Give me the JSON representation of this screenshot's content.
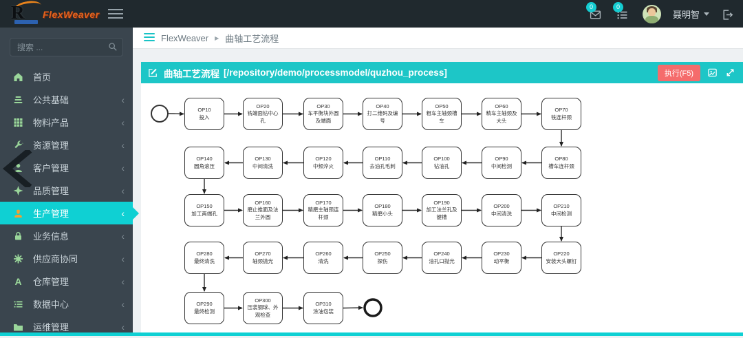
{
  "topbar": {
    "logo_r": "R",
    "logo_text": "FlexWeaver",
    "badge_mail": "0",
    "badge_tasks": "0",
    "user_name": "聂明智"
  },
  "glyphs": {
    "chevron_left": "‹",
    "caret_right": "▶"
  },
  "sidebar": {
    "search_placeholder": "搜索 ...",
    "items": [
      {
        "id": "home",
        "label": "首页",
        "icon": "home-icon",
        "active": false,
        "chevron": false
      },
      {
        "id": "public-base",
        "label": "公共基础",
        "icon": "layers-icon",
        "active": false,
        "chevron": true
      },
      {
        "id": "material-product",
        "label": "物料产品",
        "icon": "grid-icon",
        "active": false,
        "chevron": true
      },
      {
        "id": "resource-mgmt",
        "label": "资源管理",
        "icon": "wrench-icon",
        "active": false,
        "chevron": true
      },
      {
        "id": "customer-mgmt",
        "label": "客户管理",
        "icon": "customer-icon",
        "active": false,
        "chevron": true
      },
      {
        "id": "quality-mgmt",
        "label": "品质管理",
        "icon": "diamond-icon",
        "active": false,
        "chevron": true
      },
      {
        "id": "production-mgmt",
        "label": "生产管理",
        "icon": "production-icon",
        "active": true,
        "chevron": true
      },
      {
        "id": "business-info",
        "label": "业务信息",
        "icon": "lock-icon",
        "active": false,
        "chevron": true
      },
      {
        "id": "supplier-collab",
        "label": "供应商协同",
        "icon": "gear-icon",
        "active": false,
        "chevron": true
      },
      {
        "id": "warehouse-mgmt",
        "label": "仓库管理",
        "icon": "warehouse-icon",
        "active": false,
        "chevron": true
      },
      {
        "id": "data-center",
        "label": "数据中心",
        "icon": "data-list-icon",
        "active": false,
        "chevron": true
      },
      {
        "id": "ops-mgmt",
        "label": "运维管理",
        "icon": "folder-icon",
        "active": false,
        "chevron": true
      }
    ]
  },
  "breadcrumb": {
    "app": "FlexWeaver",
    "page": "曲轴工艺流程"
  },
  "panel": {
    "title": "曲轴工艺流程",
    "path": "[/repository/demo/processmodel/quzhou_process]",
    "run_button": "执行(F5)"
  },
  "flowchart": {
    "nodes": [
      {
        "op": "OP10",
        "label": "投入",
        "row": 1,
        "col": 1
      },
      {
        "op": "OP20",
        "label": "铣端面钻中心孔",
        "row": 1,
        "col": 2
      },
      {
        "op": "OP30",
        "label": "车平衡块外圆及端面",
        "row": 1,
        "col": 3
      },
      {
        "op": "OP40",
        "label": "打二维码及编号",
        "row": 1,
        "col": 4
      },
      {
        "op": "OP50",
        "label": "粗车主轴颈槽车",
        "row": 1,
        "col": 5
      },
      {
        "op": "OP60",
        "label": "精车主轴颈及大头",
        "row": 1,
        "col": 6
      },
      {
        "op": "OP70",
        "label": "铣连杆颈",
        "row": 1,
        "col": 7
      },
      {
        "op": "OP80",
        "label": "槽车连杆颈",
        "row": 2,
        "col": 7
      },
      {
        "op": "OP90",
        "label": "中间检测",
        "row": 2,
        "col": 6
      },
      {
        "op": "OP100",
        "label": "钻油孔",
        "row": 2,
        "col": 5
      },
      {
        "op": "OP110",
        "label": "去油孔毛刺",
        "row": 2,
        "col": 4
      },
      {
        "op": "OP120",
        "label": "中频淬火",
        "row": 2,
        "col": 3
      },
      {
        "op": "OP130",
        "label": "中间清洗",
        "row": 2,
        "col": 2
      },
      {
        "op": "OP140",
        "label": "圆角滚压",
        "row": 2,
        "col": 1
      },
      {
        "op": "OP150",
        "label": "加工两端孔",
        "row": 3,
        "col": 1
      },
      {
        "op": "OP160",
        "label": "磨止推面及法兰外圆",
        "row": 3,
        "col": 2
      },
      {
        "op": "OP170",
        "label": "精磨主轴颈连杆颈",
        "row": 3,
        "col": 3
      },
      {
        "op": "OP180",
        "label": "精磨小头",
        "row": 3,
        "col": 4
      },
      {
        "op": "OP190",
        "label": "加工法兰孔及键槽",
        "row": 3,
        "col": 5
      },
      {
        "op": "OP200",
        "label": "中间清洗",
        "row": 3,
        "col": 6
      },
      {
        "op": "OP210",
        "label": "中间检测",
        "row": 3,
        "col": 7
      },
      {
        "op": "OP220",
        "label": "安装大头螺钉",
        "row": 4,
        "col": 7
      },
      {
        "op": "OP230",
        "label": "动平衡",
        "row": 4,
        "col": 6
      },
      {
        "op": "OP240",
        "label": "油孔口抛光",
        "row": 4,
        "col": 5
      },
      {
        "op": "OP250",
        "label": "探伤",
        "row": 4,
        "col": 4
      },
      {
        "op": "OP260",
        "label": "清洗",
        "row": 4,
        "col": 3
      },
      {
        "op": "OP270",
        "label": "轴颈抛光",
        "row": 4,
        "col": 2
      },
      {
        "op": "OP280",
        "label": "最终清洗",
        "row": 4,
        "col": 1
      },
      {
        "op": "OP290",
        "label": "最终检测",
        "row": 5,
        "col": 1
      },
      {
        "op": "OP300",
        "label": "压装钢球、外观检查",
        "row": 5,
        "col": 2
      },
      {
        "op": "OP310",
        "label": "涂油包装",
        "row": 5,
        "col": 3
      }
    ]
  },
  "colors": {
    "accent_cyan": "#0fd0d3",
    "panel_header_cyan": "#1dc6c7",
    "run_button_red": "#f56c6c",
    "sidebar_bg": "#3a454e",
    "topbar_bg": "#20292e",
    "icon_green": "#9ad69a",
    "active_icon_orange": "#f6a02d"
  }
}
